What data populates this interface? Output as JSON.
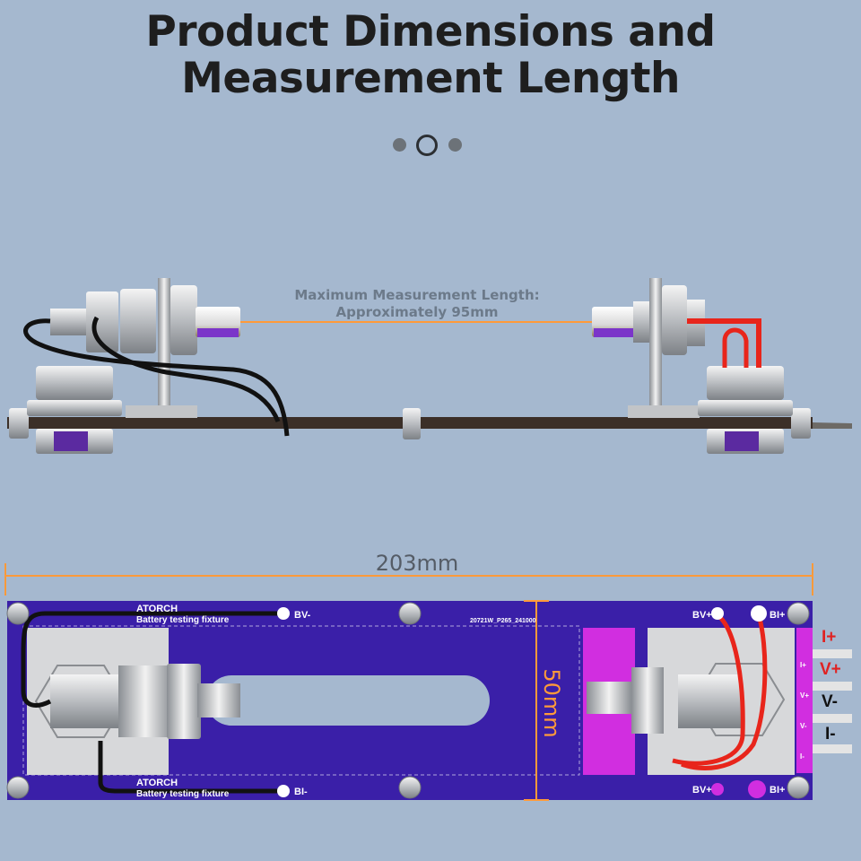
{
  "header": {
    "title_line1": "Product Dimensions and",
    "title_line2": "Measurement Length"
  },
  "carousel": {
    "dot_count": 3,
    "active_index": 1
  },
  "side_view": {
    "measurement_label_line1": "Maximum Measurement Length:",
    "measurement_label_line2": "Approximately 95mm"
  },
  "top_view": {
    "length_label": "203mm",
    "width_label": "50mm",
    "pcb": {
      "brand": "ATORCH",
      "board_name": "Battery testing fixture",
      "part_code": "20721W_P265_241000",
      "pad_bv_minus": "BV-",
      "pad_bi_minus": "BI-",
      "pad_bv_plus": "BV+",
      "pad_bi_plus": "BI+",
      "edge_i_plus": "I+",
      "edge_v_plus": "V+",
      "edge_v_minus": "V-",
      "edge_i_minus": "I-"
    },
    "terminal_labels": [
      "I+",
      "V+",
      "V-",
      "I-"
    ]
  },
  "colors": {
    "background": "#a5b8cf",
    "pcb_purple": "#3a1fa8",
    "accent_magenta": "#d12ee0",
    "dimension_orange": "#ff9a3a",
    "wire_red": "#e8251b",
    "label_red": "#e02222"
  }
}
